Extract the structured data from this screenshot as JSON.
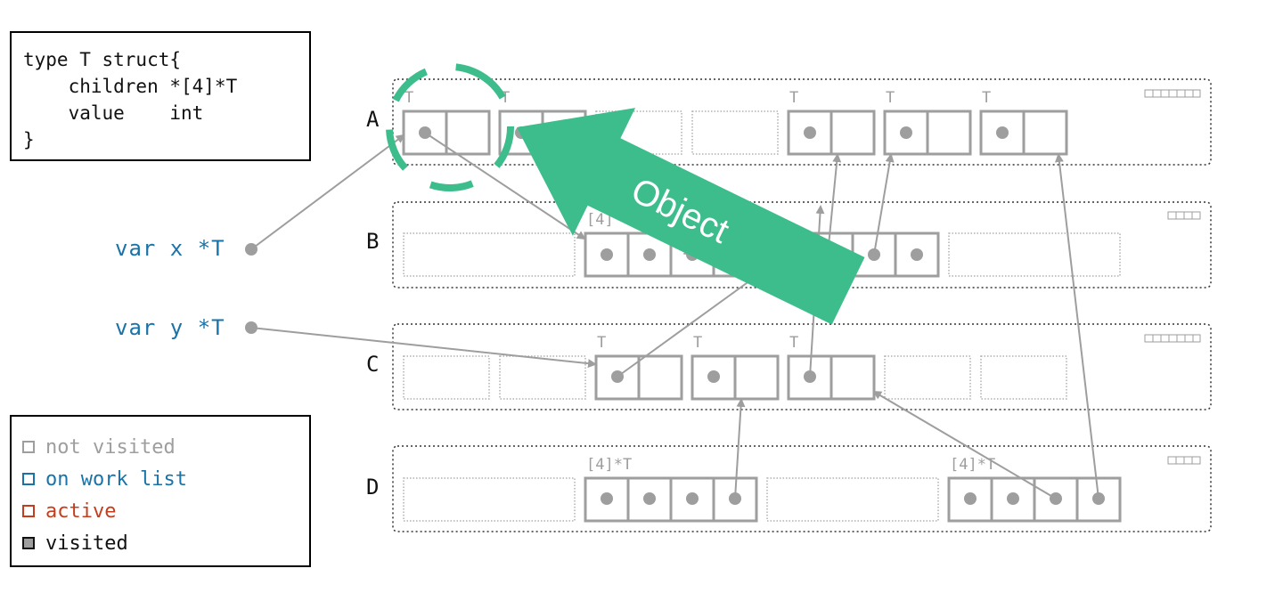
{
  "code": {
    "lines": [
      "type T struct{",
      "    children *[4]*T",
      "    value    int",
      "}"
    ]
  },
  "vars": {
    "x_label": "var x *T",
    "y_label": "var y *T"
  },
  "rows": {
    "a": "A",
    "b": "B",
    "c": "C",
    "d": "D"
  },
  "types": {
    "t": "T",
    "arr": "[4]*T"
  },
  "callout": {
    "label": "Object"
  },
  "legend": {
    "items": [
      {
        "label": "not visited",
        "color": "#9e9e9e",
        "fill": "#ffffff"
      },
      {
        "label": "on work list",
        "color": "#1a73a8",
        "fill": "#ffffff"
      },
      {
        "label": "active",
        "color": "#c63d1e",
        "fill": "#ffffff"
      },
      {
        "label": "visited",
        "color": "#111111",
        "fill": "#9e9e9e"
      }
    ]
  },
  "colors": {
    "gray": "#9e9e9e",
    "callout_green": "#3dbd8c",
    "var_blue": "#1a73a8"
  }
}
